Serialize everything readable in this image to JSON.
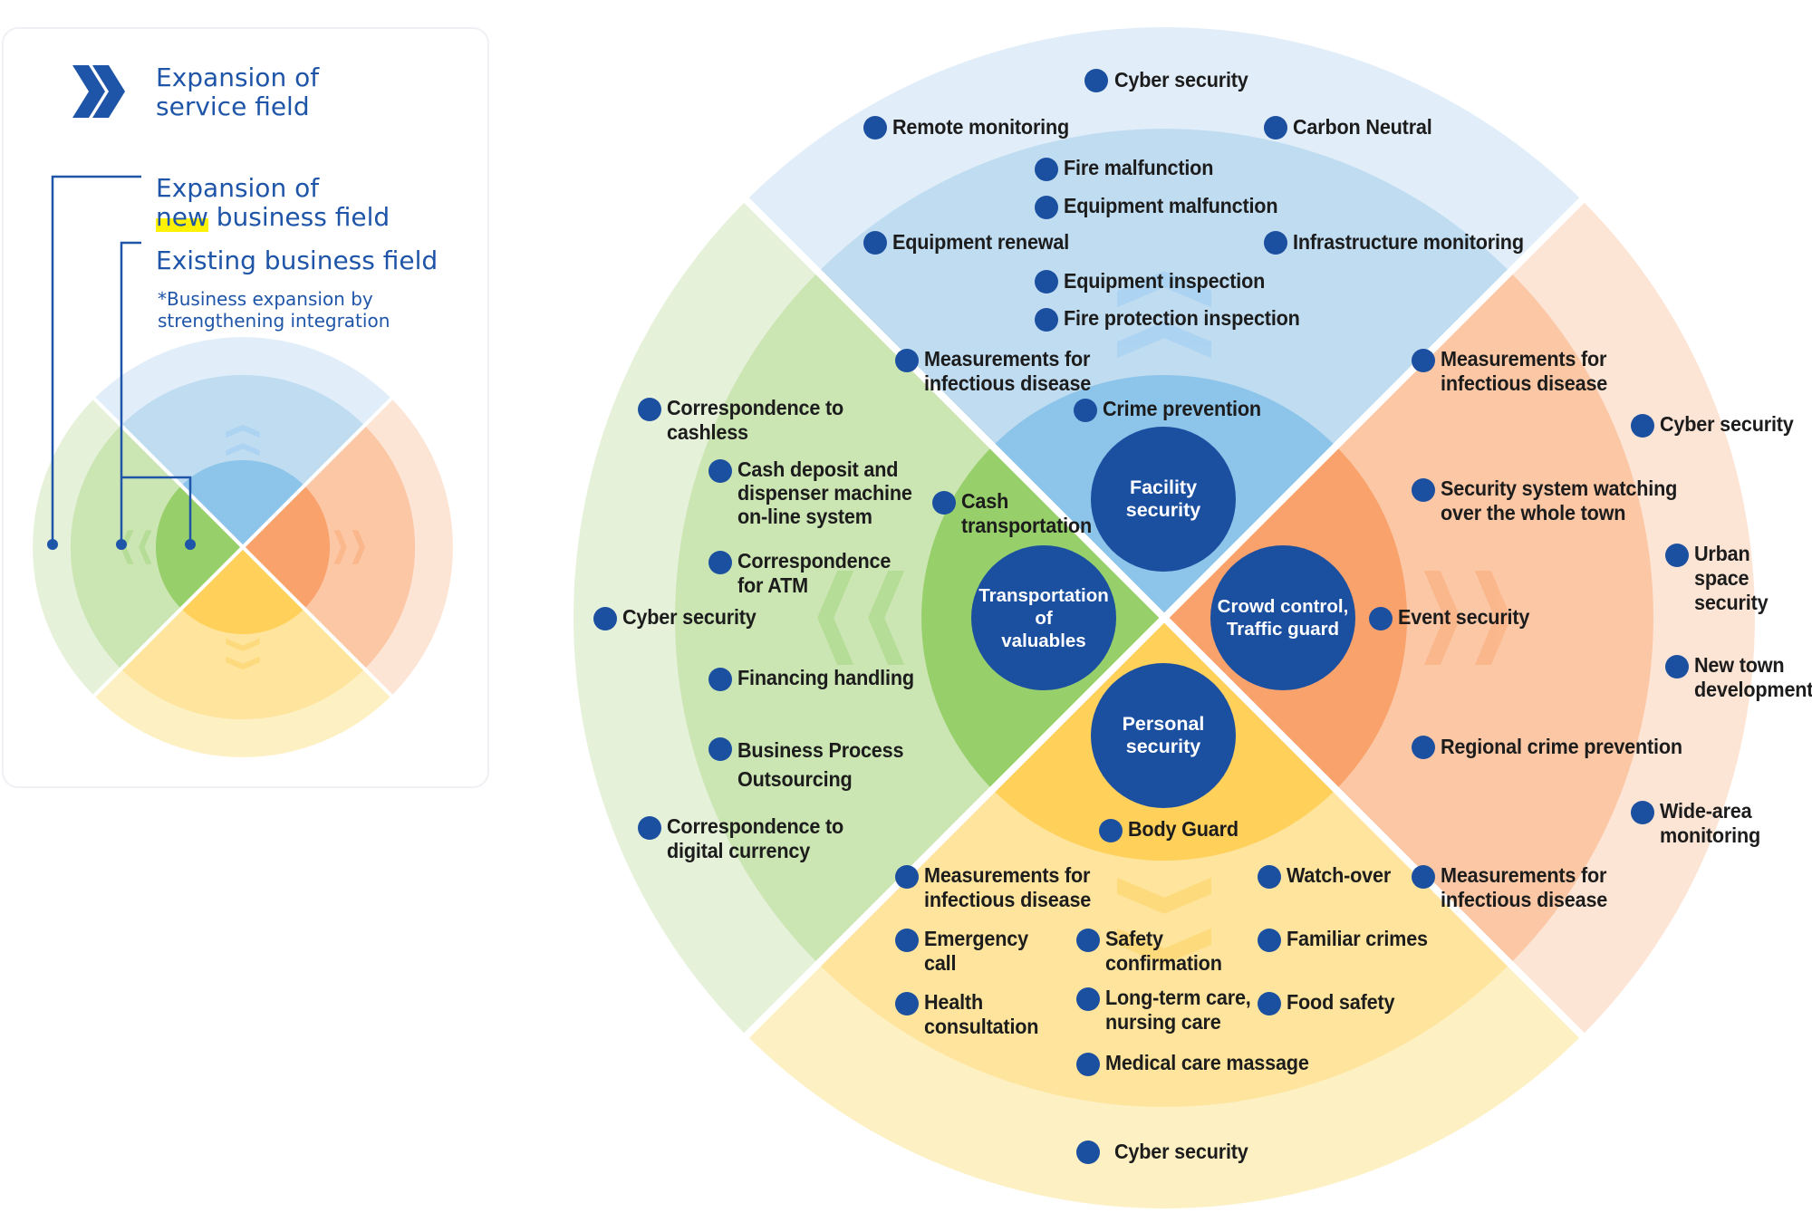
{
  "legend": {
    "service_field": "Expansion of\nservice field",
    "new_business_1": "Expansion of",
    "new_business_hl": "new",
    "new_business_2": " business field",
    "existing": "Existing business field",
    "note": "*Business expansion by\n  strengthening integration",
    "chevron_icon": "double-chevron-right-icon"
  },
  "colors": {
    "dot": "#1b4fa0",
    "facility": "#8cc4ea",
    "crowd": "#f9a26c",
    "personal": "#ffd05a",
    "transport": "#97cf6b"
  },
  "cores": {
    "facility": "Facility\nsecurity",
    "transport": "Transportation\nof\nvaluables",
    "crowd": "Crowd control,\nTraffic guard",
    "personal": "Personal\nsecurity"
  },
  "items": {
    "top": [
      "Cyber security",
      "Remote monitoring",
      "Carbon Neutral",
      "Fire malfunction",
      "Equipment malfunction",
      "Equipment renewal",
      "Infrastructure monitoring",
      "Equipment inspection",
      "Fire protection inspection",
      "Measurements for\ninfectious disease",
      "Crime prevention"
    ],
    "right": [
      "Measurements for\ninfectious disease",
      "Cyber security",
      "Security system watching\nover the whole town",
      "Urban space\nsecurity",
      "Event security",
      "New town\ndevelopment",
      "Regional crime prevention",
      "Wide-area\nmonitoring",
      "Measurements for\ninfectious disease"
    ],
    "left": [
      "Correspondence to\ncashless",
      "Cash deposit and\ndispenser machine\non-line system",
      "Cash\ntransportation",
      "Correspondence\nfor ATM",
      "Cyber security",
      "Financing handling",
      "Business Process\nOutsourcing",
      "Correspondence to\ndigital currency"
    ],
    "bottom": [
      "Body Guard",
      "Measurements for\ninfectious disease",
      "Watch-over",
      "Emergency\ncall",
      "Safety\nconfirmation",
      "Familiar crimes",
      "Health\nconsultation",
      "Long-term care,\nnursing care",
      "Food safety",
      "Medical care massage",
      "Cyber security"
    ]
  }
}
